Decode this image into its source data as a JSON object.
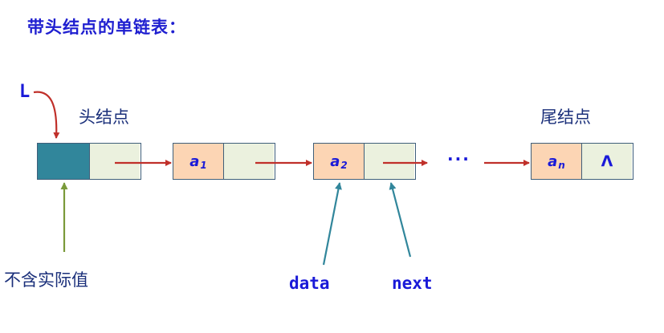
{
  "title": "带头结点的单链表：",
  "head_pointer": "L",
  "labels": {
    "head_node": "头结点",
    "tail_node": "尾结点",
    "no_value": "不含实际值",
    "data_field": "data",
    "next_field": "next"
  },
  "ellipsis": "···",
  "nodes": [
    {
      "data": "",
      "sub": "",
      "next": ""
    },
    {
      "data": "a",
      "sub": "1",
      "next": ""
    },
    {
      "data": "a",
      "sub": "2",
      "next": ""
    },
    {
      "data": "a",
      "sub": "n",
      "next": "Λ"
    }
  ],
  "colors": {
    "title": "#1f1fd0",
    "head_data_cell": "#31869b",
    "data_cell": "#fcd5b4",
    "next_cell": "#ebf1de",
    "link_arrow": "#c0302a",
    "annotation_arrow_teal": "#31869b",
    "annotation_arrow_green": "#7a9a3a"
  }
}
